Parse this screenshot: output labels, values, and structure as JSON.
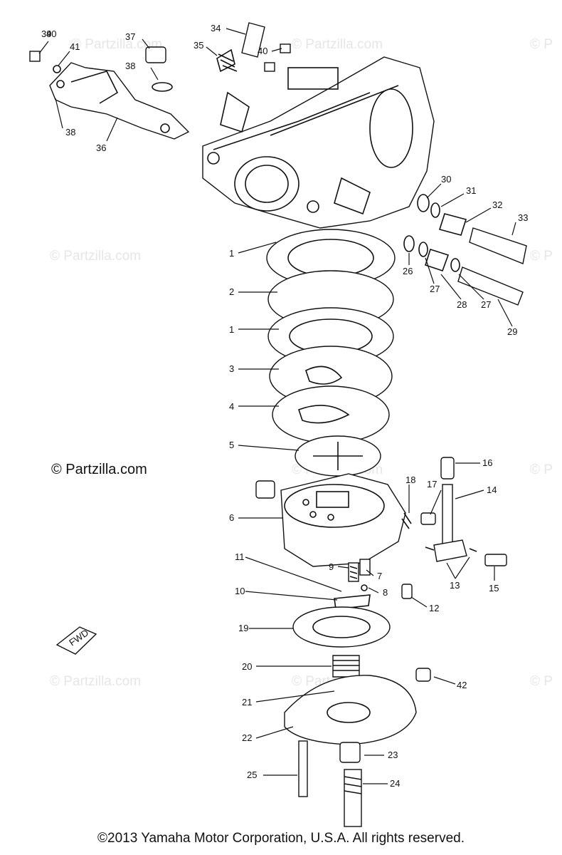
{
  "watermarks": {
    "faint": "© Partzilla.com",
    "faint_partial": "© P",
    "strong": "© Partzilla.com"
  },
  "copyright": "©2013 Yamaha Motor Corporation, U.S.A. All rights reserved.",
  "fwd_arrow_text": "FWD",
  "callouts": [
    "1",
    "1",
    "2",
    "3",
    "4",
    "5",
    "6",
    "8",
    "7",
    "9",
    "10",
    "11",
    "12",
    "13",
    "14",
    "15",
    "16",
    "17",
    "18",
    "19",
    "20",
    "21",
    "22",
    "23",
    "24",
    "25",
    "26",
    "27",
    "27",
    "28",
    "29",
    "30",
    "31",
    "32",
    "33",
    "34",
    "35",
    "36",
    "37",
    "38",
    "38",
    "39",
    "40",
    "40",
    "41",
    "42"
  ]
}
